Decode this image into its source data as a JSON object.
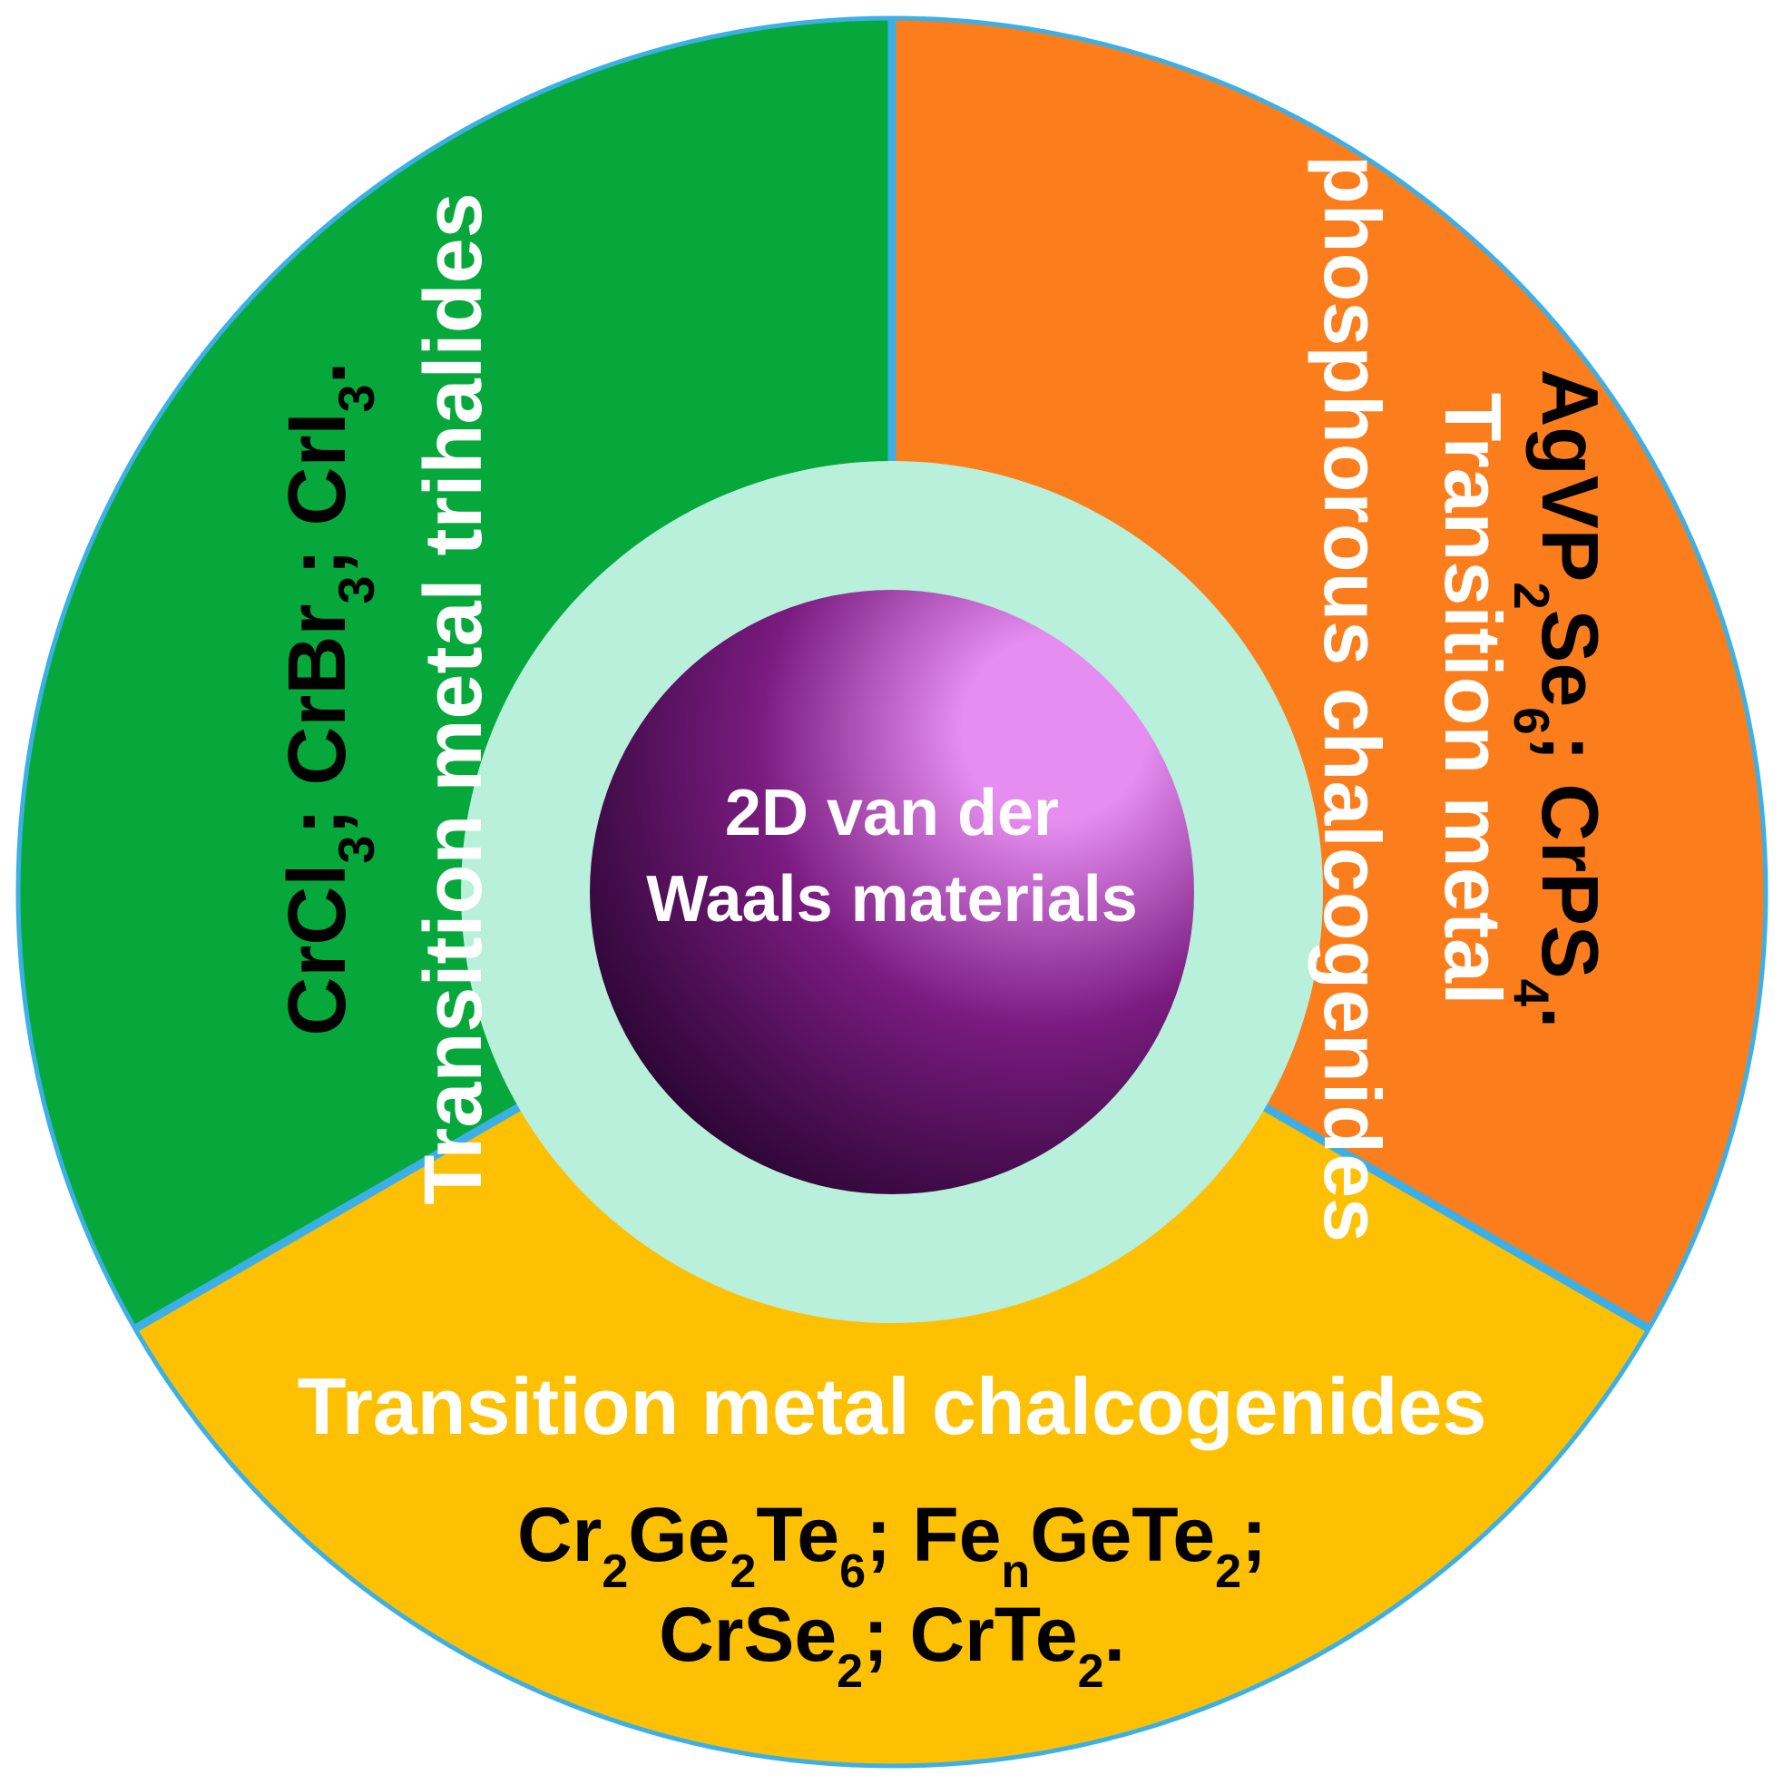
{
  "center": {
    "line1": "2D van der",
    "line2": "Waals materials"
  },
  "sectors": {
    "left": {
      "category": "Transition metal trihalides",
      "compounds": [
        {
          "base": "CrCl",
          "sub": "3",
          "suffix": "; "
        },
        {
          "base": "CrBr",
          "sub": "3",
          "suffix": "; "
        },
        {
          "base": "CrI",
          "sub": "3",
          "suffix": "."
        }
      ]
    },
    "right": {
      "category_line1": "Transition metal",
      "category_line2": "phosphorous chalcogenides",
      "compounds": [
        {
          "parts": [
            {
              "t": "AgVP"
            },
            {
              "t": "2",
              "sub": true
            },
            {
              "t": "Se"
            },
            {
              "t": "6",
              "sub": true
            },
            {
              "t": "; "
            }
          ]
        },
        {
          "parts": [
            {
              "t": "CrPS"
            },
            {
              "t": "4",
              "sub": true
            },
            {
              "t": "."
            }
          ]
        }
      ]
    },
    "bottom": {
      "category": "Transition metal chalcogenides",
      "compounds_line1": [
        {
          "parts": [
            {
              "t": "Cr"
            },
            {
              "t": "2",
              "sub": true
            },
            {
              "t": "Ge"
            },
            {
              "t": "2",
              "sub": true
            },
            {
              "t": "Te"
            },
            {
              "t": "6",
              "sub": true
            },
            {
              "t": "; "
            }
          ]
        },
        {
          "parts": [
            {
              "t": "Fe"
            },
            {
              "t": "n",
              "sub": true
            },
            {
              "t": "GeTe"
            },
            {
              "t": "2",
              "sub": true
            },
            {
              "t": ";"
            }
          ]
        }
      ],
      "compounds_line2": [
        {
          "parts": [
            {
              "t": "CrSe"
            },
            {
              "t": "2",
              "sub": true
            },
            {
              "t": "; "
            }
          ]
        },
        {
          "parts": [
            {
              "t": "CrTe"
            },
            {
              "t": "2",
              "sub": true
            },
            {
              "t": "."
            }
          ]
        }
      ]
    }
  },
  "colors": {
    "green": "#07a83b",
    "orange": "#fb7d1c",
    "yellow": "#fdc002",
    "divider": "#3cb0e6",
    "ring": "#b8f0dc",
    "sphere_highlight": "#e58df0",
    "sphere_mid": "#7a1b80",
    "sphere_dark": "#26042e",
    "text_white": "#ffffff",
    "text_black": "#000000"
  }
}
